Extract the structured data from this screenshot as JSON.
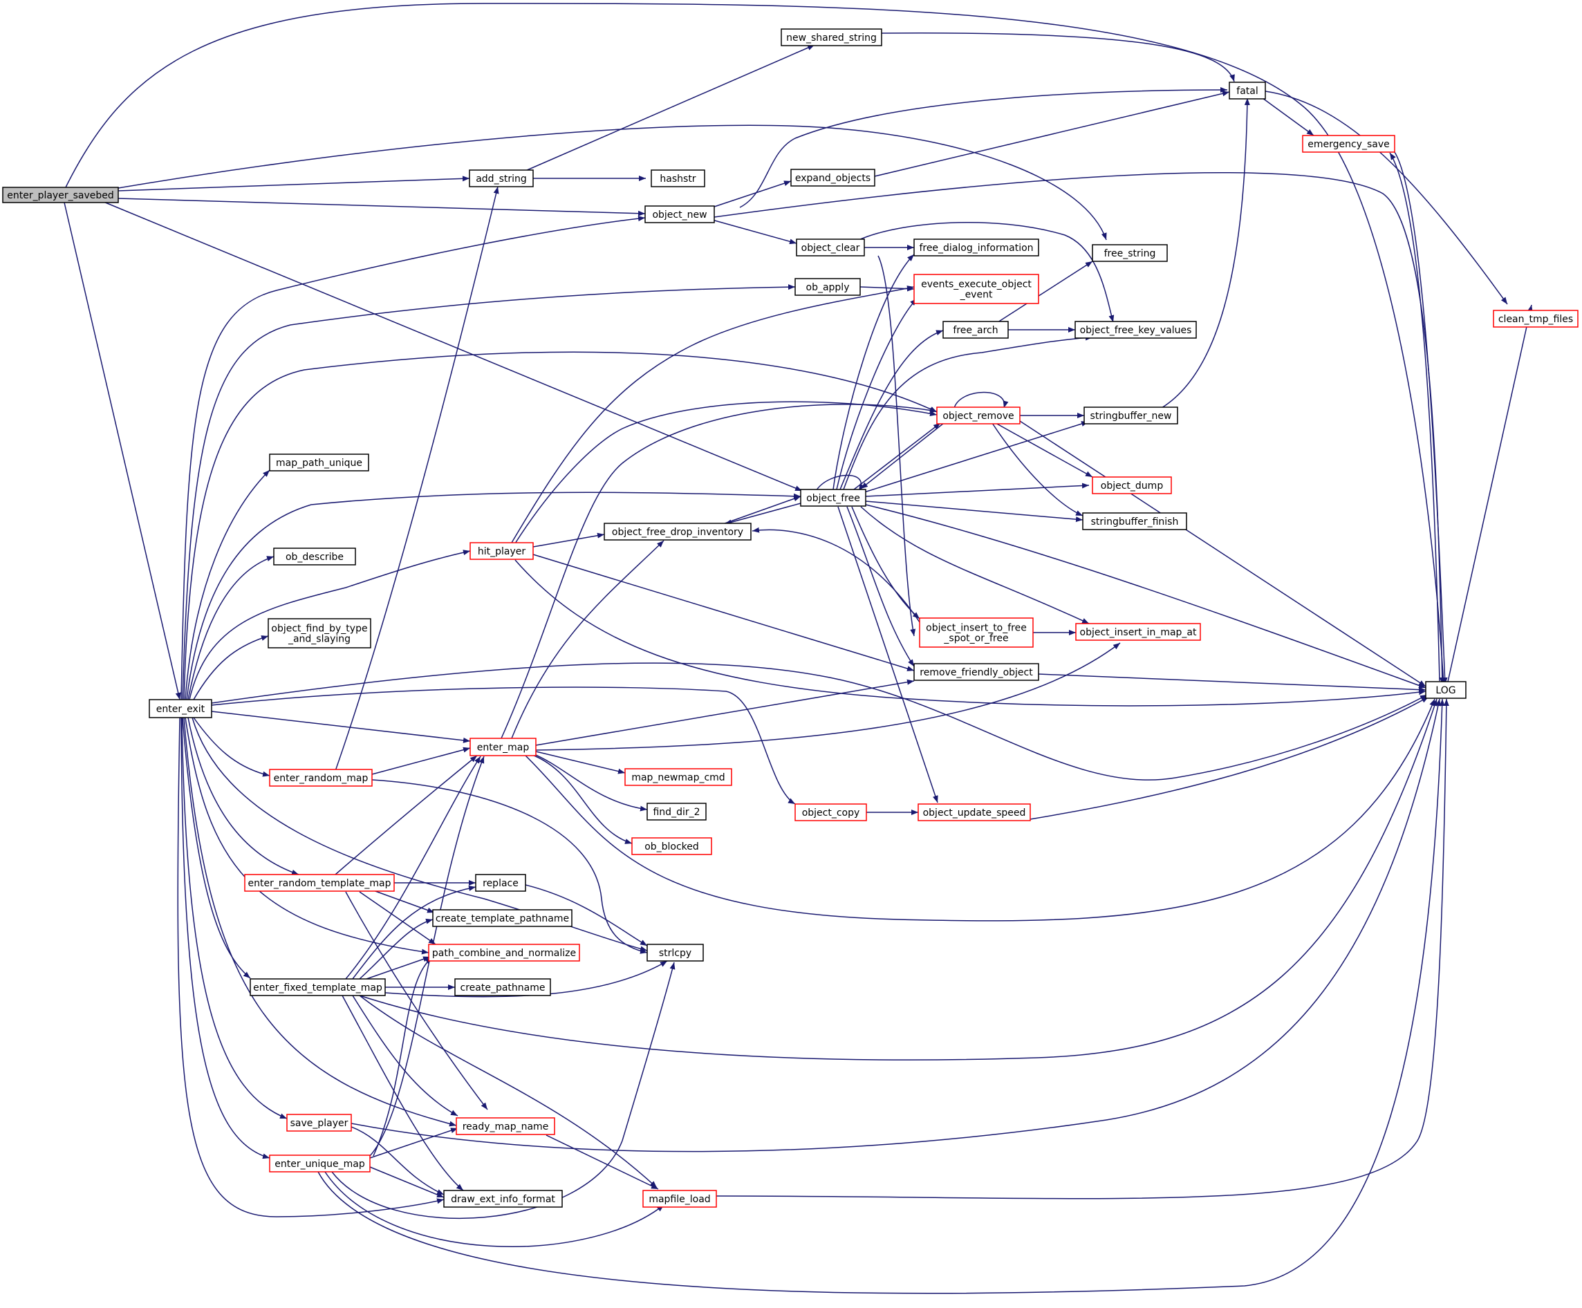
{
  "colors": {
    "edge": "#191970",
    "node_border": "#000000",
    "incomplete_border": "#ff0000",
    "root_fill": "#bfbfbf",
    "background": "#ffffff"
  },
  "nodes": [
    {
      "id": "enter_player_savebed",
      "label": "enter_player_savebed",
      "root": true
    },
    {
      "id": "enter_exit",
      "label": "enter_exit"
    },
    {
      "id": "new_shared_string",
      "label": "new_shared_string"
    },
    {
      "id": "add_string",
      "label": "add_string"
    },
    {
      "id": "hashstr",
      "label": "hashstr"
    },
    {
      "id": "object_new",
      "label": "object_new"
    },
    {
      "id": "expand_objects",
      "label": "expand_objects"
    },
    {
      "id": "object_clear",
      "label": "object_clear"
    },
    {
      "id": "free_dialog_information",
      "label": "free_dialog_information"
    },
    {
      "id": "ob_apply",
      "label": "ob_apply"
    },
    {
      "id": "events_execute_object_event",
      "label": "events_execute_object\n_event",
      "red": true
    },
    {
      "id": "fatal",
      "label": "fatal"
    },
    {
      "id": "emergency_save",
      "label": "emergency_save",
      "red": true
    },
    {
      "id": "clean_tmp_files",
      "label": "clean_tmp_files",
      "red": true
    },
    {
      "id": "free_string",
      "label": "free_string"
    },
    {
      "id": "free_arch",
      "label": "free_arch"
    },
    {
      "id": "object_free_key_values",
      "label": "object_free_key_values"
    },
    {
      "id": "object_remove",
      "label": "object_remove",
      "red": true
    },
    {
      "id": "stringbuffer_new",
      "label": "stringbuffer_new"
    },
    {
      "id": "map_path_unique",
      "label": "map_path_unique"
    },
    {
      "id": "object_free",
      "label": "object_free"
    },
    {
      "id": "object_dump",
      "label": "object_dump",
      "red": true
    },
    {
      "id": "stringbuffer_finish",
      "label": "stringbuffer_finish"
    },
    {
      "id": "object_free_drop_inventory",
      "label": "object_free_drop_inventory"
    },
    {
      "id": "ob_describe",
      "label": "ob_describe"
    },
    {
      "id": "hit_player",
      "label": "hit_player",
      "red": true
    },
    {
      "id": "object_find_by_type_and_slaying",
      "label": "object_find_by_type\n_and_slaying"
    },
    {
      "id": "object_insert_to_free_spot_or_free",
      "label": "object_insert_to_free\n_spot_or_free",
      "red": true
    },
    {
      "id": "object_insert_in_map_at",
      "label": "object_insert_in_map_at",
      "red": true
    },
    {
      "id": "remove_friendly_object",
      "label": "remove_friendly_object"
    },
    {
      "id": "LOG",
      "label": "LOG"
    },
    {
      "id": "enter_map",
      "label": "enter_map",
      "red": true
    },
    {
      "id": "enter_random_map",
      "label": "enter_random_map",
      "red": true
    },
    {
      "id": "map_newmap_cmd",
      "label": "map_newmap_cmd",
      "red": true
    },
    {
      "id": "find_dir_2",
      "label": "find_dir_2"
    },
    {
      "id": "object_copy",
      "label": "object_copy",
      "red": true
    },
    {
      "id": "object_update_speed",
      "label": "object_update_speed",
      "red": true
    },
    {
      "id": "ob_blocked",
      "label": "ob_blocked",
      "red": true
    },
    {
      "id": "enter_random_template_map",
      "label": "enter_random_template_map",
      "red": true
    },
    {
      "id": "replace",
      "label": "replace"
    },
    {
      "id": "create_template_pathname",
      "label": "create_template_pathname"
    },
    {
      "id": "path_combine_and_normalize",
      "label": "path_combine_and_normalize",
      "red": true
    },
    {
      "id": "strlcpy",
      "label": "strlcpy"
    },
    {
      "id": "enter_fixed_template_map",
      "label": "enter_fixed_template_map"
    },
    {
      "id": "create_pathname",
      "label": "create_pathname"
    },
    {
      "id": "save_player",
      "label": "save_player",
      "red": true
    },
    {
      "id": "ready_map_name",
      "label": "ready_map_name",
      "red": true
    },
    {
      "id": "enter_unique_map",
      "label": "enter_unique_map",
      "red": true
    },
    {
      "id": "draw_ext_info_format",
      "label": "draw_ext_info_format"
    },
    {
      "id": "mapfile_load",
      "label": "mapfile_load",
      "red": true
    }
  ]
}
